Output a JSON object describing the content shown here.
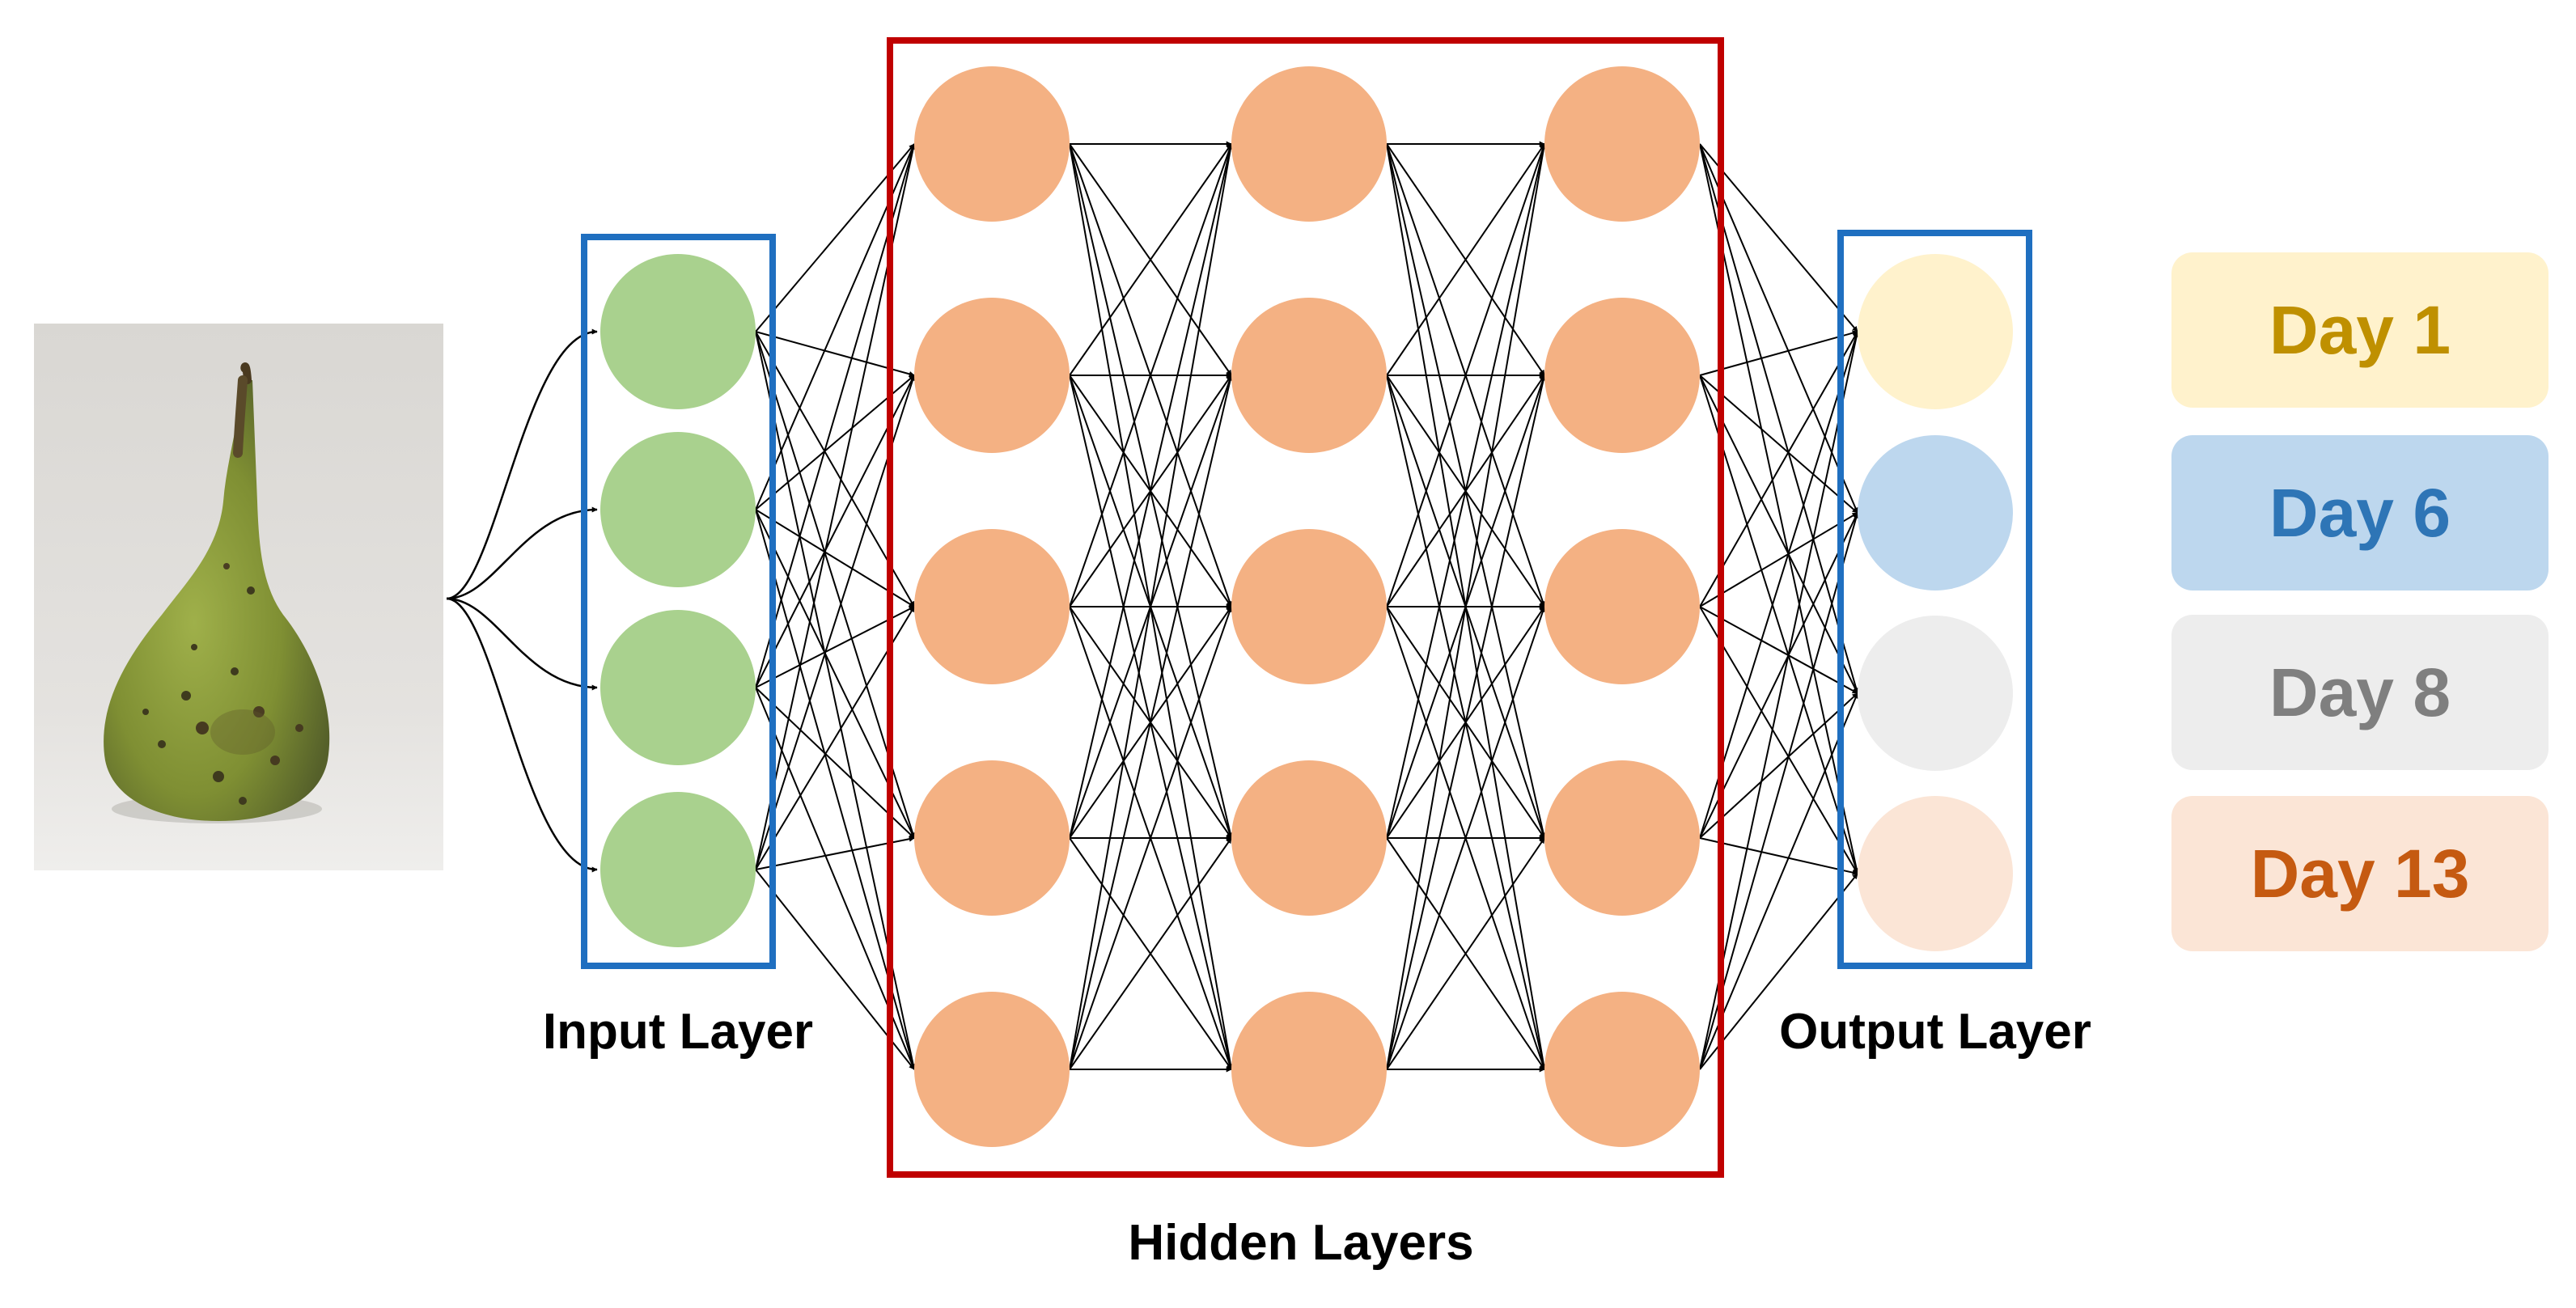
{
  "labels": {
    "input_layer": "Input Layer",
    "hidden_layers": "Hidden Layers",
    "output_layer": "Output Layer"
  },
  "network": {
    "input_nodes": 4,
    "hidden_layers": 3,
    "hidden_nodes_per_layer": 5,
    "output_nodes": 4,
    "connectivity": "fully-connected"
  },
  "colors": {
    "input_node": "#a9d18e",
    "hidden_node": "#f4b183",
    "input_frame": "#1f6fc0",
    "hidden_frame": "#c00000",
    "output_frame": "#1f6fc0",
    "edge": "#000000"
  },
  "input_image": {
    "subject": "pear-photo",
    "icon": "pear-icon"
  },
  "classes": [
    {
      "label": "Day 1",
      "node_color": "#fff2cc",
      "box_color": "#fff2cc",
      "text_color": "#bf9000"
    },
    {
      "label": "Day 6",
      "node_color": "#bdd7ee",
      "box_color": "#bdd7ee",
      "text_color": "#2e75b6"
    },
    {
      "label": "Day 8",
      "node_color": "#ededed",
      "box_color": "#ededed",
      "text_color": "#7f7f7f"
    },
    {
      "label": "Day 13",
      "node_color": "#fbe5d6",
      "box_color": "#fbe5d6",
      "text_color": "#c55a11"
    }
  ]
}
